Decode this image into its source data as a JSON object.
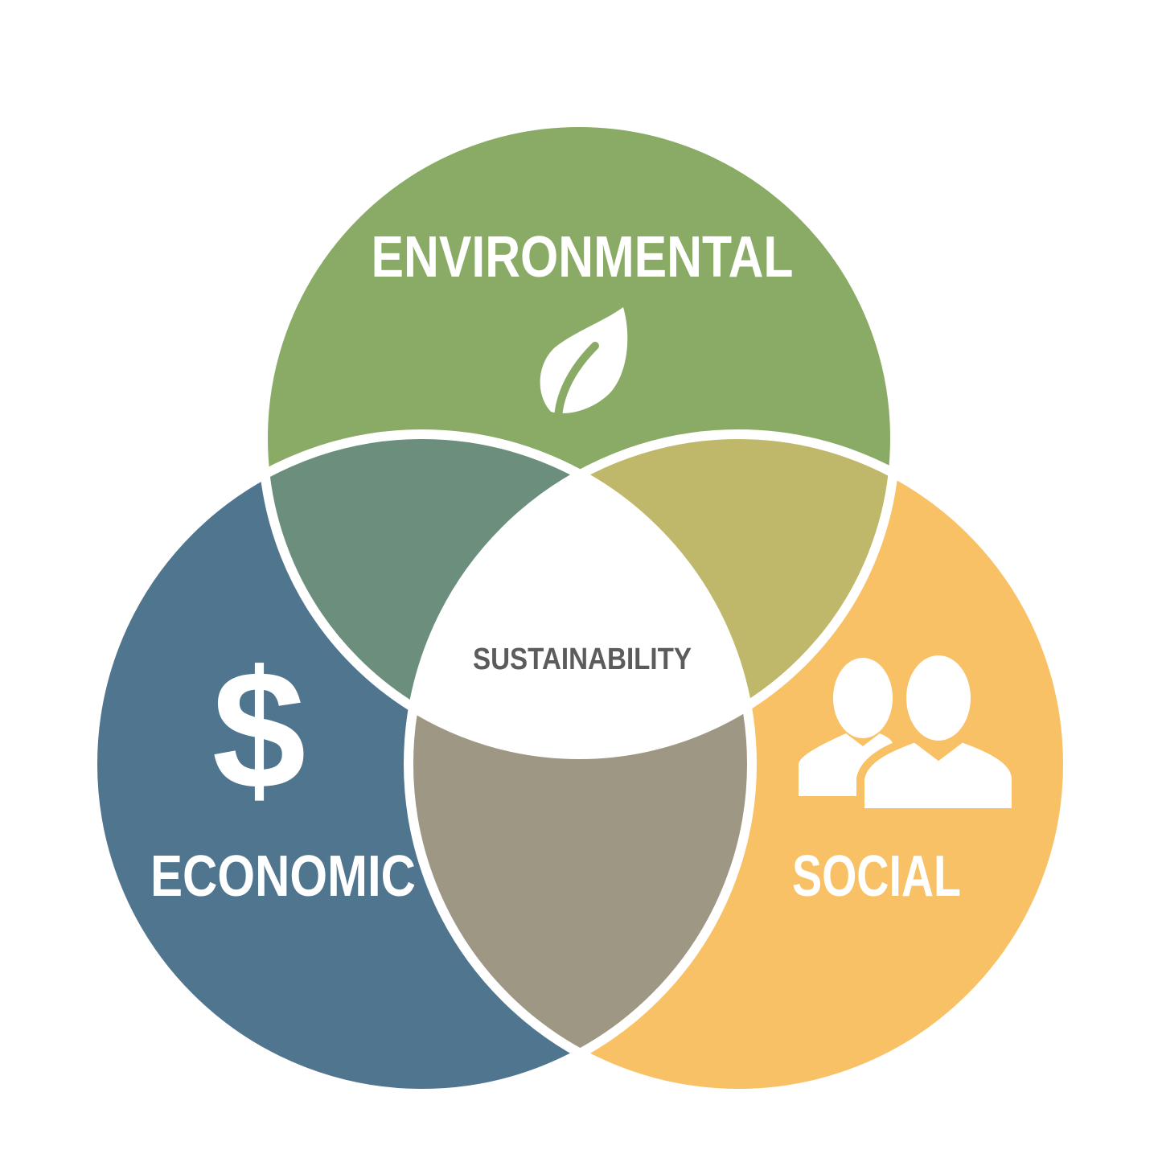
{
  "diagram": {
    "type": "venn",
    "circles": [
      {
        "id": "environmental",
        "label": "ENVIRONMENTAL",
        "color": "#8aab65",
        "icon": "leaf-icon"
      },
      {
        "id": "economic",
        "label": "ECONOMIC",
        "color": "#50758f",
        "icon": "dollar-icon"
      },
      {
        "id": "social",
        "label": "SOCIAL",
        "color": "#f9c166",
        "icon": "people-icon"
      }
    ],
    "overlaps": {
      "environmental_economic": {
        "color": "#6b8f7c"
      },
      "environmental_social": {
        "color": "#bfb86a"
      },
      "economic_social": {
        "color": "#9e9784"
      },
      "center": {
        "label": "SUSTAINABILITY",
        "color": "#ffffff",
        "label_color": "#5c5c5c"
      }
    },
    "icons": {
      "dollar": "$"
    },
    "outline_color": "#ffffff",
    "label_color": "#ffffff"
  }
}
